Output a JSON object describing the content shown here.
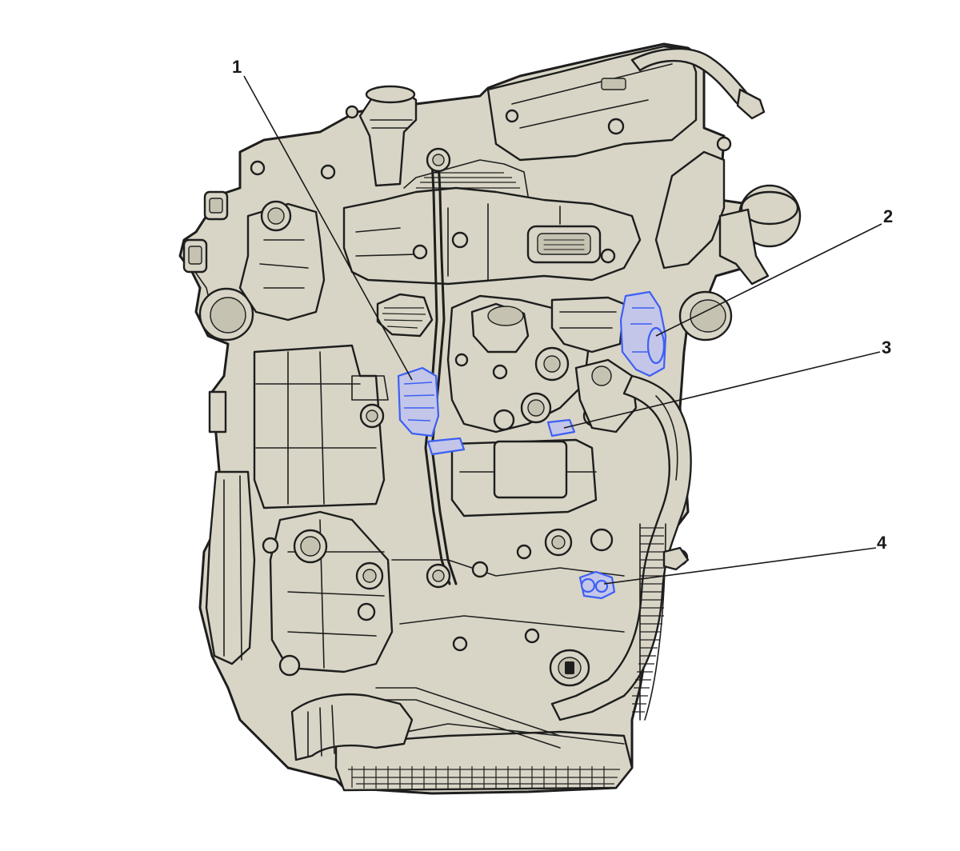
{
  "diagram": {
    "callouts": [
      {
        "id": "1",
        "label": "1"
      },
      {
        "id": "2",
        "label": "2"
      },
      {
        "id": "3",
        "label": "3"
      },
      {
        "id": "4",
        "label": "4"
      }
    ]
  },
  "colors": {
    "background": "#ffffff",
    "engine_body": "#d8d5c6",
    "engine_shade": "#c6c2b1",
    "outline": "#1e1e1e",
    "highlight": "#3d5ff5",
    "highlight_fill": "#c3c6e8",
    "callout_text": "#1a1a1a"
  }
}
